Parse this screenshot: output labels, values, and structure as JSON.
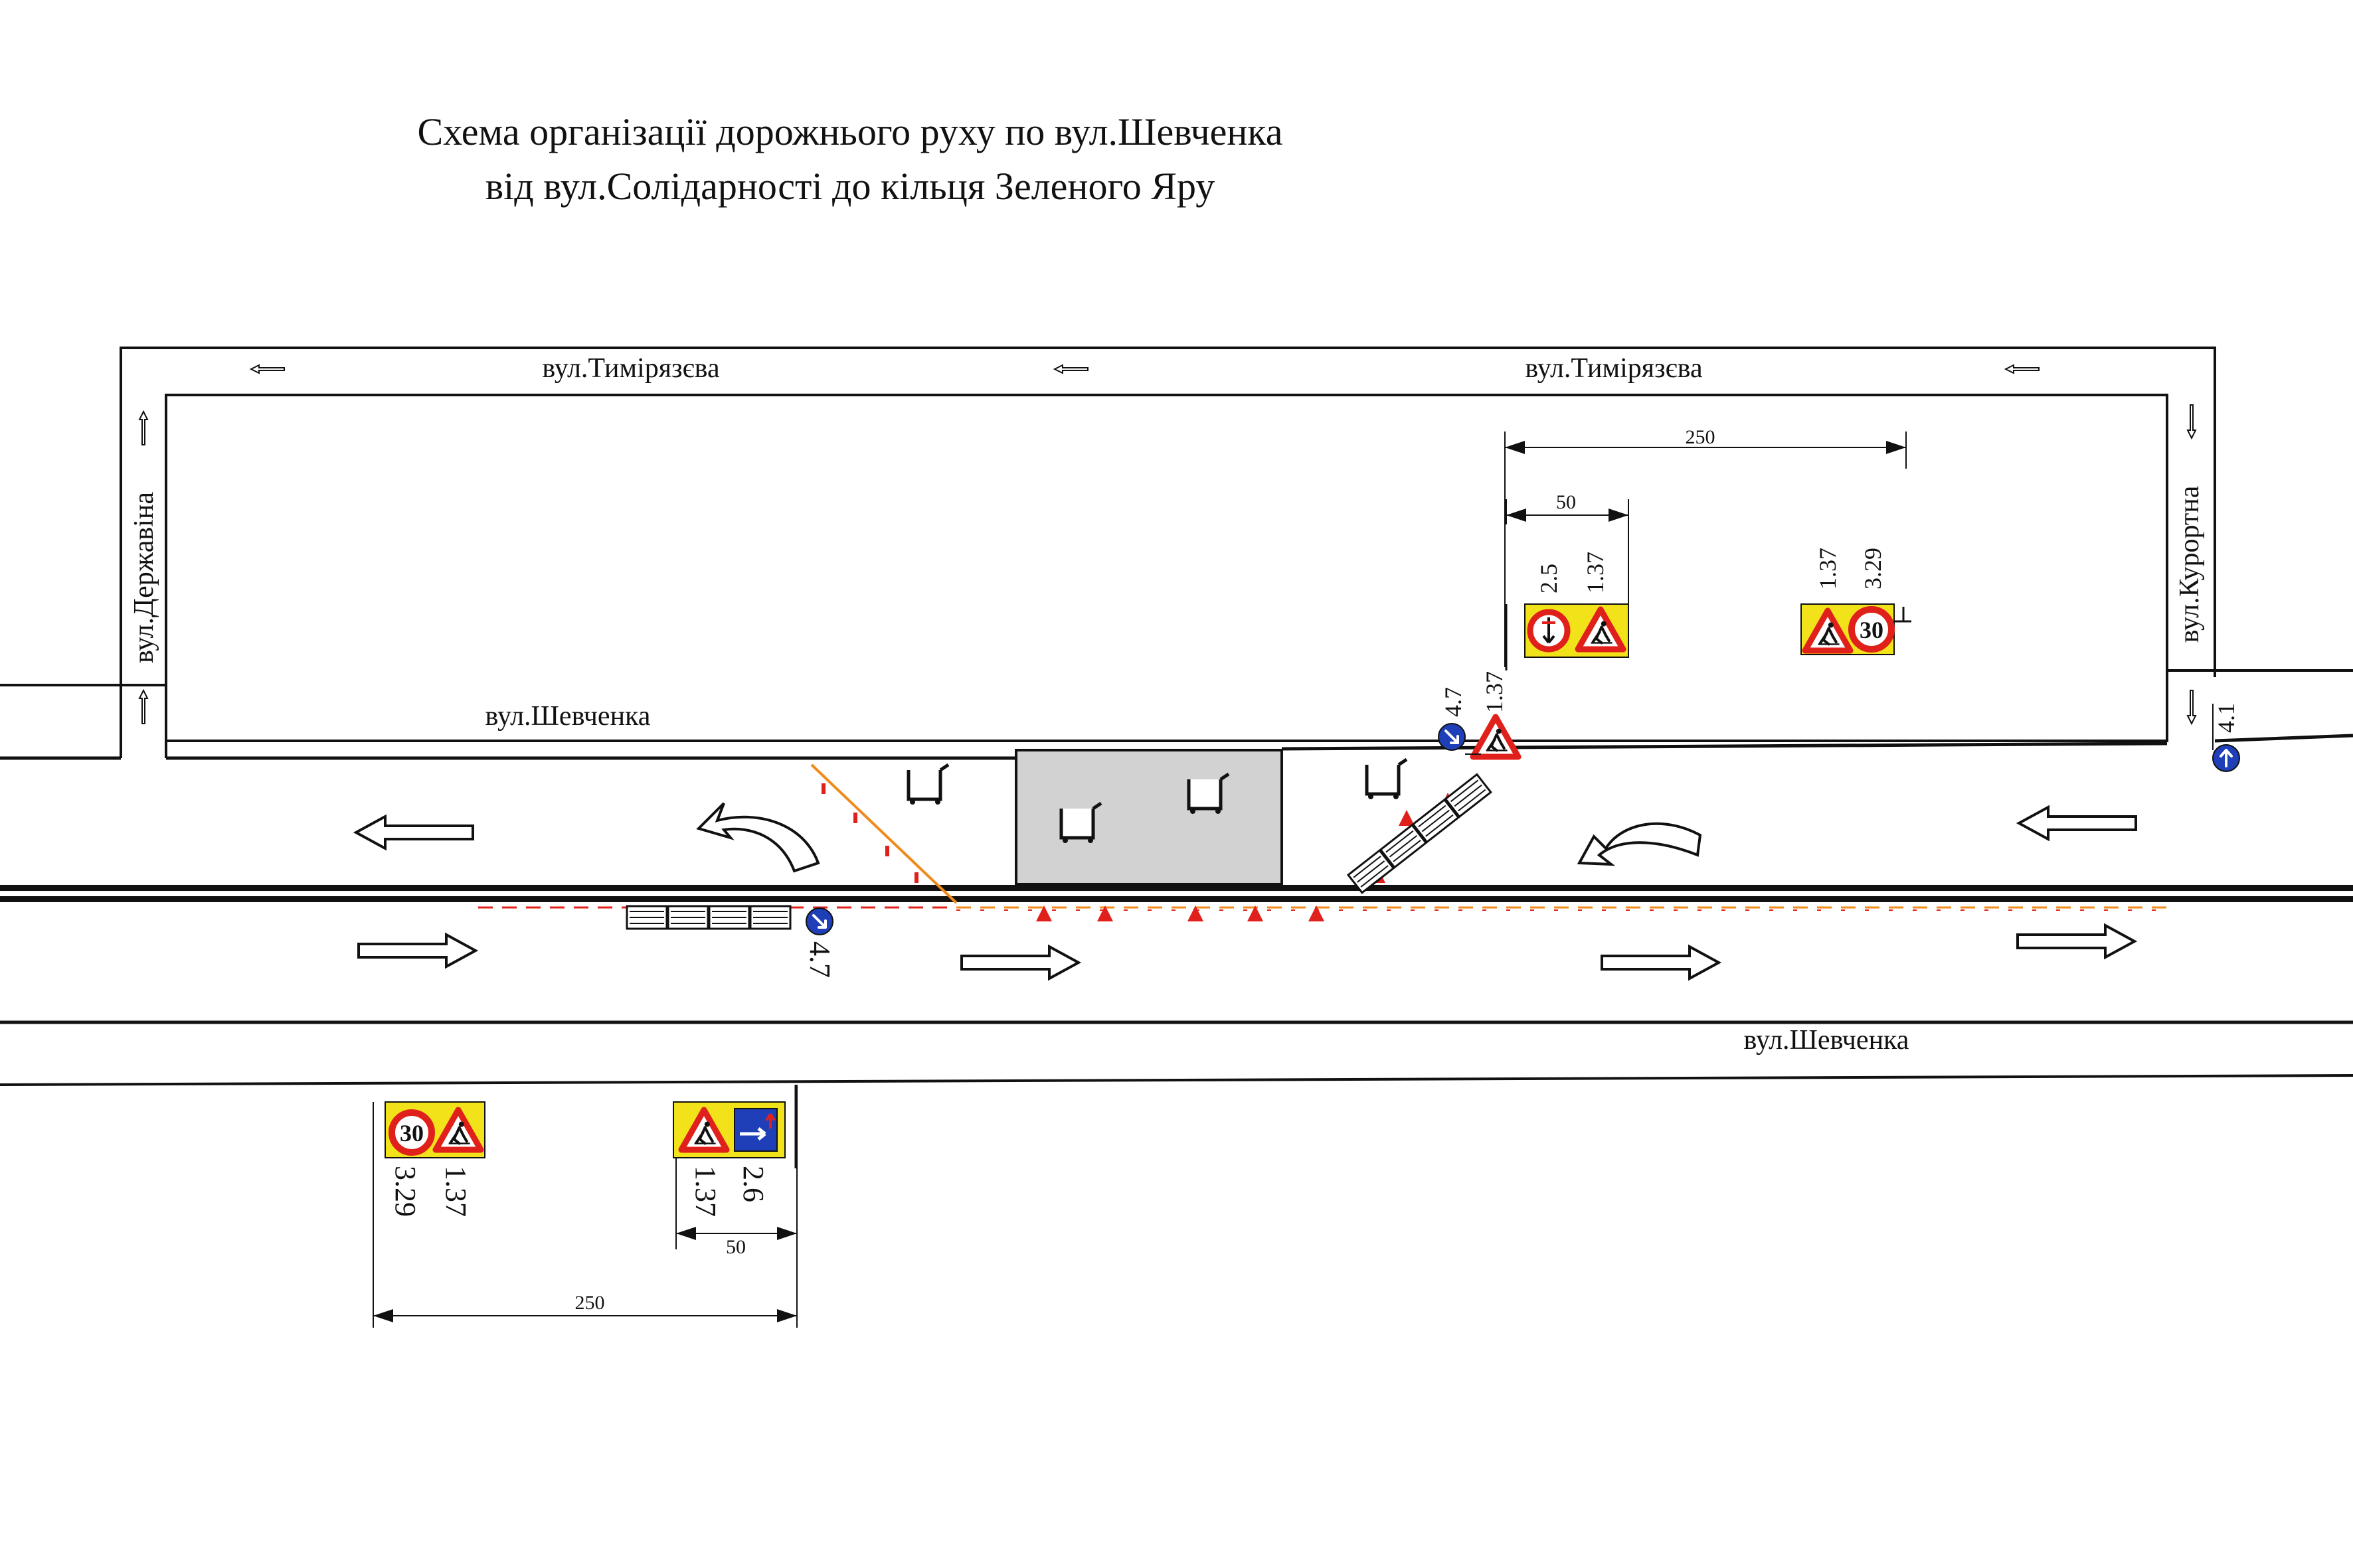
{
  "title": {
    "line1": "Схема організації дорожнього руху по вул.Шевченка",
    "line2": "від вул.Солідарності до кільця Зеленого Яру"
  },
  "streets": {
    "timiryazeva_left": "вул.Тимірязєва",
    "timiryazeva_right": "вул.Тимірязєва",
    "derzhavina": "вул.Державіна",
    "kurortna": "вул.Курортна",
    "shevchenka_upper": "вул.Шевченка",
    "shevchenka_lower": "вул.Шевченка"
  },
  "sign_codes": {
    "top_group1_a": "2.5",
    "top_group1_b": "1.37",
    "top_group2_a": "1.37",
    "top_group2_b": "3.29",
    "mid_keep_right": "4.7",
    "mid_roadworks": "1.37",
    "kurortna_ahead": "4.1",
    "median_keep": "4.7",
    "bottom_group1_a": "3.29",
    "bottom_group1_b": "1.37",
    "bottom_group2_a": "1.37",
    "bottom_group2_b": "2.6"
  },
  "sign_faces": {
    "speed_limit_top": "30",
    "speed_limit_bottom": "30"
  },
  "dimensions": {
    "top_long": "250",
    "top_short": "50",
    "bottom_long": "250",
    "bottom_short": "50"
  },
  "colors": {
    "sign_yellow": "#f2e21a",
    "warning_red": "#e0201a",
    "mandatory_blue": "#1f3fb8",
    "work_zone_gray": "#d2d2d2",
    "barrier_orange": "#f08a1a"
  }
}
